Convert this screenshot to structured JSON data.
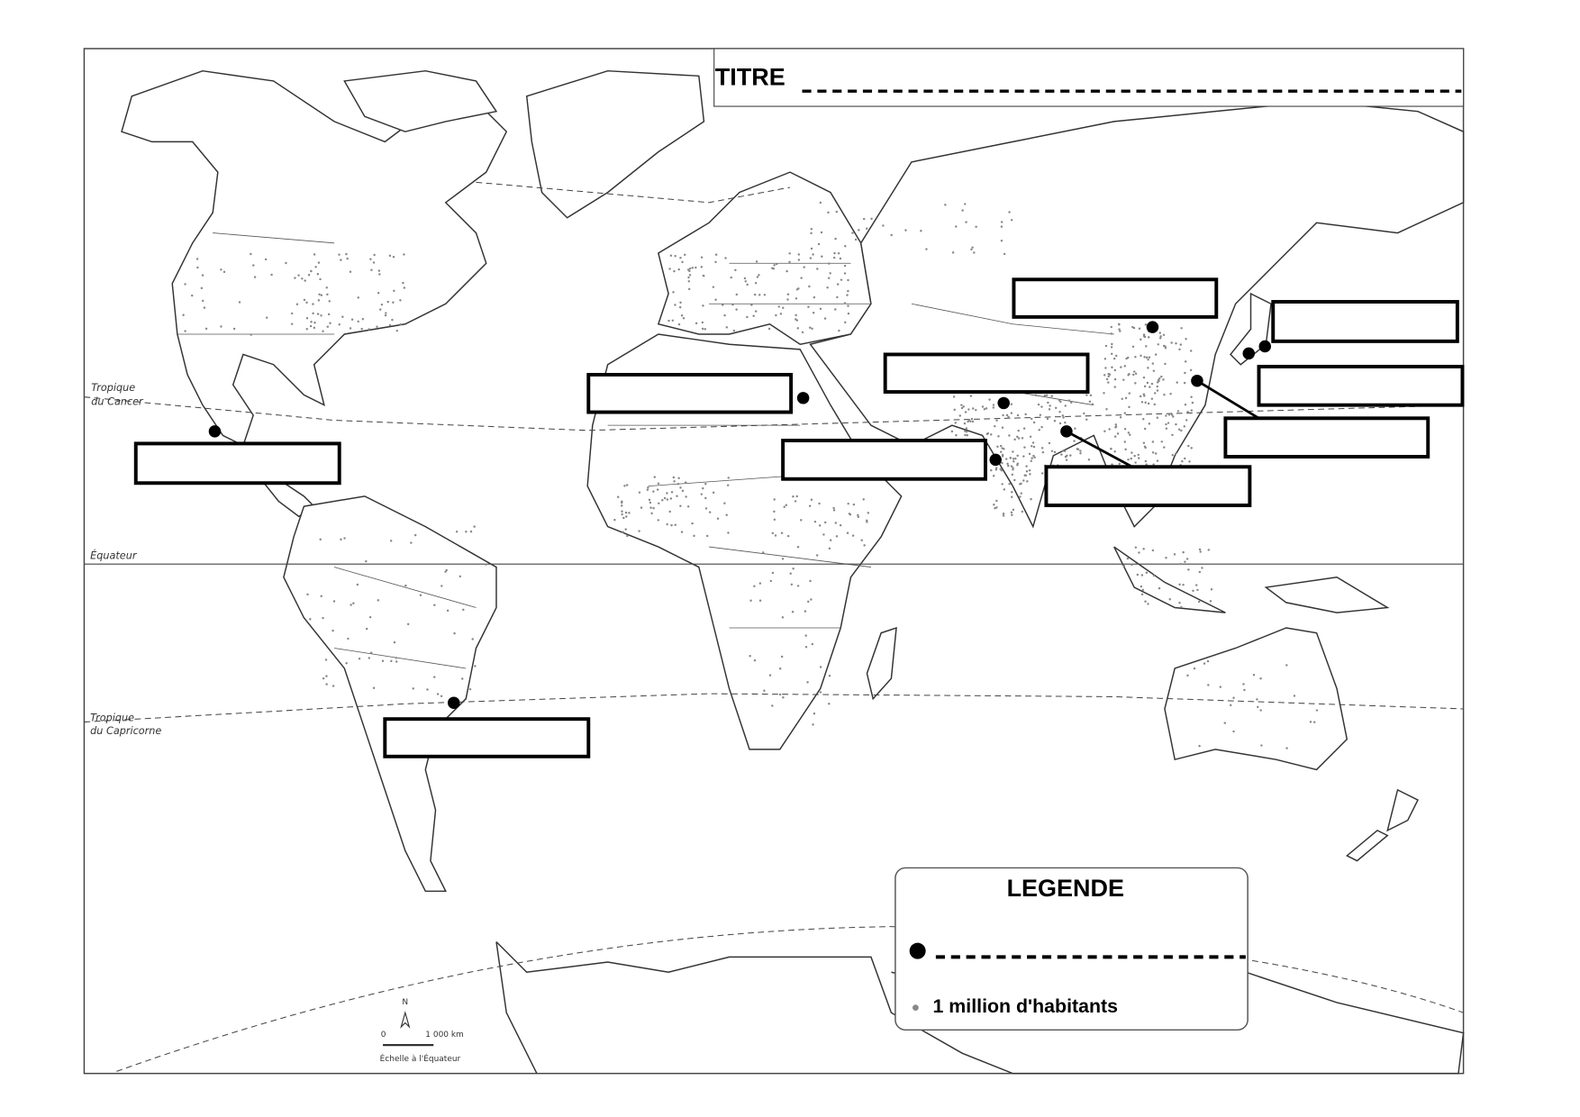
{
  "title": {
    "label": "TITRE"
  },
  "legend": {
    "heading": "LEGENDE",
    "small_dot_label": "1 million d'habitants",
    "big_dot_color": "#000000",
    "small_dot_color": "#888888"
  },
  "lines": {
    "cancer": [
      "Tropique",
      "du Cancer"
    ],
    "equator": "Équateur",
    "capricorn": [
      "Tropique",
      "du Capricorne"
    ]
  },
  "scale": {
    "north": "N",
    "zero": "0",
    "distance": "1 000 km",
    "caption": "Échelle à l'Équateur"
  },
  "label_boxes": [
    "",
    "",
    "",
    "",
    "",
    "",
    "",
    "",
    "",
    ""
  ]
}
